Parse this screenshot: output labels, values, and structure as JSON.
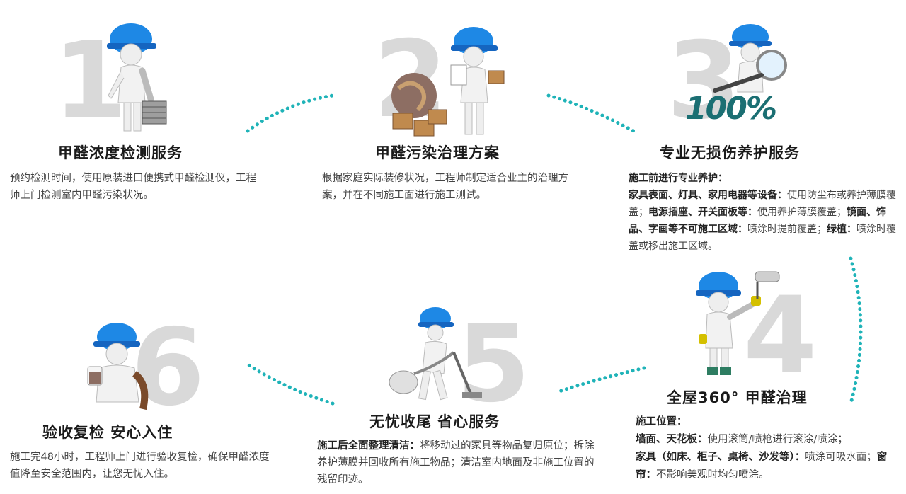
{
  "colors": {
    "helmet": "#1e88e5",
    "dots": "#1fb3b8",
    "number": "#d9d9d9"
  },
  "steps": [
    {
      "number": "1",
      "title": "甲醛浓度检测服务",
      "desc": "预约检测时间，使用原装进口便携式甲醛检测仪，工程师上门检测室内甲醛污染状况。",
      "icon": "worker-with-toolbox"
    },
    {
      "number": "2",
      "title": "甲醛污染治理方案",
      "desc": "根据家庭实际装修状况，工程师制定适合业主的治理方案，并在不同施工面进行施工测试。",
      "icon": "worker-with-globe-clipboard"
    },
    {
      "number": "3",
      "title": "专业无损伤养护服务",
      "badge": "100%",
      "intro": "施工前进行专业养护：",
      "seg1_bold": "家具表面、灯具、家用电器等设备：",
      "seg1_text": "使用防尘布或养护薄膜覆盖；",
      "seg2_bold": "电源插座、开关面板等：",
      "seg2_text": "使用养护薄膜覆盖；",
      "seg3_bold": "镜面、饰品、字画等不可施工区域：",
      "seg3_text": "喷涂时提前覆盖；",
      "seg4_bold": "绿植：",
      "seg4_text": "喷涂时覆盖或移出施工区域。",
      "icon": "worker-with-magnifier"
    },
    {
      "number": "4",
      "title": "全屋360° 甲醛治理",
      "intro": "施工位置：",
      "seg1_bold": "墙面、天花板：",
      "seg1_text": "使用滚筒/喷枪进行滚涂/喷涂；",
      "seg2_bold": "家具（如床、柜子、桌椅、沙发等）：",
      "seg2_text": "喷涂可吸水面；",
      "seg3_bold": "窗帘：",
      "seg3_text": "不影响美观时均匀喷涂。",
      "icon": "worker-with-paint-roller"
    },
    {
      "number": "5",
      "title": "无忧收尾  省心服务",
      "seg1_bold": "施工后全面整理清洁：",
      "seg1_text": "将移动过的家具等物品复归原位；拆除养护薄膜并回收所有施工物品；清洁室内地面及非施工位置的残留印迹。",
      "icon": "worker-with-vacuum"
    },
    {
      "number": "6",
      "title": "验收复检  安心入住",
      "desc": "施工完48小时，工程师上门进行验收复检，确保甲醛浓度值降至安全范围内，让您无忧入住。",
      "icon": "worker-relaxing-with-drink"
    }
  ]
}
